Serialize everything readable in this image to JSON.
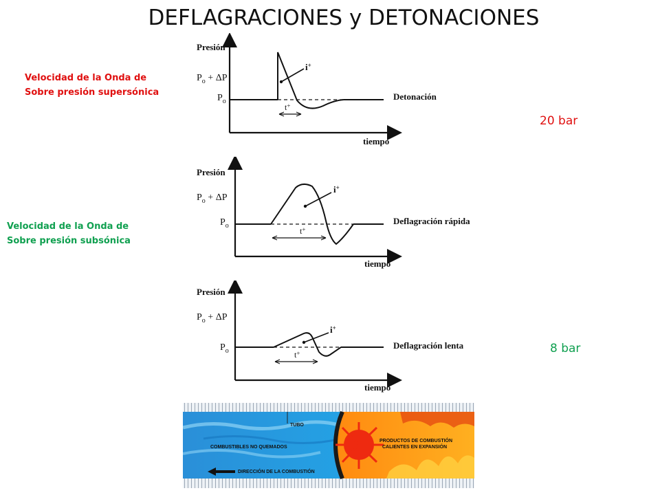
{
  "title": "DEFLAGRACIONES y DETONACIONES",
  "notes": {
    "supersonic": [
      "Velocidad de la Onda de",
      "Sobre presión supersónica"
    ],
    "subsonic": [
      "Velocidad de la Onda de",
      "Sobre presión subsónica"
    ]
  },
  "pressure_tags": {
    "high": "20 bar",
    "low": "8 bar"
  },
  "graph_labels": {
    "y_axis": "Presión",
    "p0_plus": "P",
    "p0_plus_sub": "o",
    "p0_plus_rest": " + ΔP",
    "p0": "P",
    "p0_sub": "o",
    "x_axis": "tiempo",
    "impulse": "i",
    "impulse_sup": "+",
    "duration": "t",
    "duration_sup": "+"
  },
  "graphs": [
    {
      "curve_name": "Detonación"
    },
    {
      "curve_name": "Deflagración rápida"
    },
    {
      "curve_name": "Deflagración lenta"
    }
  ],
  "tube": {
    "tube_label": "TUBO",
    "unburned": "COMBUSTIBLES NO QUEMADOS",
    "products": [
      "PRODUCTOS DE COMBUSTIÓN",
      "CALIENTES EN EXPANSIÓN"
    ],
    "direction": "DIRECCIÓN DE LA COMBUSTIÓN"
  },
  "colors": {
    "supersonic_note": "#e01010",
    "subsonic_note": "#10a050",
    "unburned_fill": "#1f9fe0",
    "burned_fill": "#f39a1a"
  }
}
